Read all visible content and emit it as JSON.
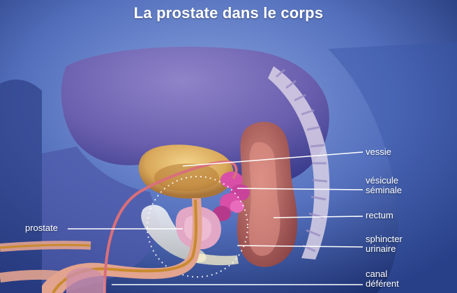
{
  "title": "La prostate dans le corps",
  "labels": {
    "vessie": "vessie",
    "vesicule_line1": "vésicule",
    "vesicule_line2": "séminale",
    "rectum": "rectum",
    "sphincter_line1": "sphincter",
    "sphincter_line2": "urinaire",
    "canal_line1": "canal",
    "canal_line2": "déférent",
    "prostate": "prostate"
  },
  "colors": {
    "background_dark": "#1b2f6e",
    "background_light": "#7d97d6",
    "bladder": "#d9a85a",
    "prostate": "#e1a7c4",
    "vesicle": "#d94fa8",
    "rectum": "#b86a63",
    "spine": "#d9d1e6",
    "urethra_tube": "#e2a38f",
    "urethra_channel": "#c98a2f",
    "label_text": "#ffffff",
    "leader_line": "#ffffff"
  }
}
